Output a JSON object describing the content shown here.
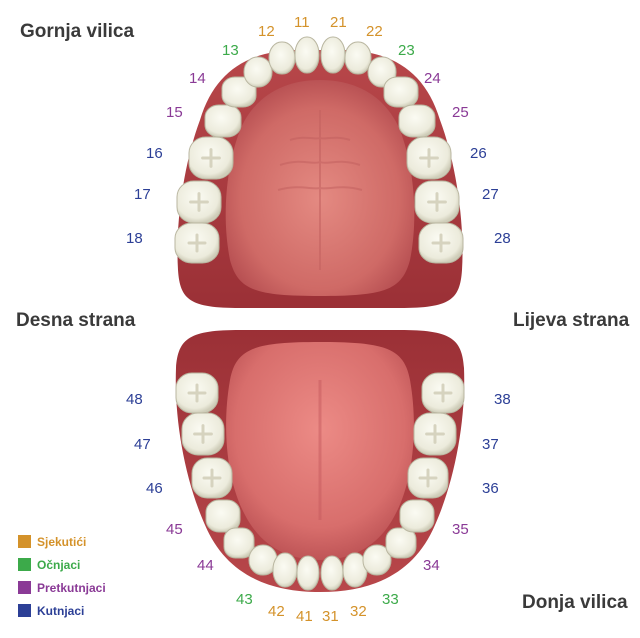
{
  "headings": {
    "upper_jaw": "Gornja vilica",
    "lower_jaw": "Donja vilica",
    "right_side": "Desna strana",
    "left_side": "Lijeva strana"
  },
  "colors": {
    "incisor": "#d4922a",
    "canine": "#3caa4a",
    "premolar": "#8a3a96",
    "molar": "#2c3f96",
    "gum": "#a3383d",
    "palate": "#d9766f",
    "tooth": "#f2f1e4"
  },
  "legend": [
    {
      "type": "incisor",
      "label": "Sjekutići"
    },
    {
      "type": "canine",
      "label": "Očnjaci"
    },
    {
      "type": "premolar",
      "label": "Pretkutnjaci"
    },
    {
      "type": "molar",
      "label": "Kutnjaci"
    }
  ],
  "teeth": {
    "upper": [
      {
        "num": "18",
        "type": "molar"
      },
      {
        "num": "17",
        "type": "molar"
      },
      {
        "num": "16",
        "type": "molar"
      },
      {
        "num": "15",
        "type": "premolar"
      },
      {
        "num": "14",
        "type": "premolar"
      },
      {
        "num": "13",
        "type": "canine"
      },
      {
        "num": "12",
        "type": "incisor"
      },
      {
        "num": "11",
        "type": "incisor"
      },
      {
        "num": "21",
        "type": "incisor"
      },
      {
        "num": "22",
        "type": "incisor"
      },
      {
        "num": "23",
        "type": "canine"
      },
      {
        "num": "24",
        "type": "premolar"
      },
      {
        "num": "25",
        "type": "premolar"
      },
      {
        "num": "26",
        "type": "molar"
      },
      {
        "num": "27",
        "type": "molar"
      },
      {
        "num": "28",
        "type": "molar"
      }
    ],
    "lower": [
      {
        "num": "48",
        "type": "molar"
      },
      {
        "num": "47",
        "type": "molar"
      },
      {
        "num": "46",
        "type": "molar"
      },
      {
        "num": "45",
        "type": "premolar"
      },
      {
        "num": "44",
        "type": "premolar"
      },
      {
        "num": "43",
        "type": "canine"
      },
      {
        "num": "42",
        "type": "incisor"
      },
      {
        "num": "41",
        "type": "incisor"
      },
      {
        "num": "31",
        "type": "incisor"
      },
      {
        "num": "32",
        "type": "incisor"
      },
      {
        "num": "33",
        "type": "canine"
      },
      {
        "num": "34",
        "type": "premolar"
      },
      {
        "num": "35",
        "type": "premolar"
      },
      {
        "num": "36",
        "type": "molar"
      },
      {
        "num": "37",
        "type": "molar"
      },
      {
        "num": "38",
        "type": "molar"
      }
    ]
  }
}
